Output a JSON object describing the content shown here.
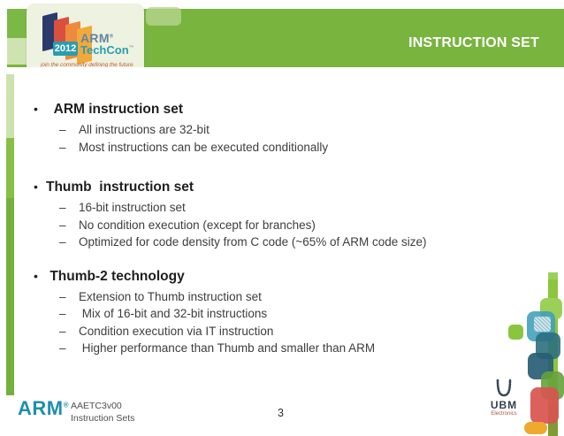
{
  "header": {
    "title": "INSTRUCTION SET",
    "logo": {
      "year": "2012",
      "brand": "ARM",
      "brand_reg": "®",
      "sub_brand": "TechCon",
      "sub_brand_tm": "™",
      "tagline": "join the community defining the future"
    }
  },
  "glyphs": {
    "bullet": "•",
    "dash": "–"
  },
  "content": {
    "bullets": [
      {
        "heading": "  ARM instruction set",
        "items": [
          "All instructions are 32-bit",
          "Most instructions can be executed conditionally"
        ]
      },
      {
        "heading": "Thumb  instruction set",
        "items": [
          "16-bit instruction set",
          "No condition execution (except for branches)",
          "Optimized for code density from C code (~65% of ARM code size)"
        ]
      },
      {
        "heading": " Thumb-2 technology",
        "items": [
          "Extension to Thumb instruction set",
          " Mix of 16-bit and 32-bit instructions",
          "Condition execution via IT instruction",
          " Higher performance than Thumb and smaller than ARM"
        ]
      }
    ]
  },
  "footer": {
    "arm_brand": "ARM",
    "arm_reg": "®",
    "doc_id": "AAETC3v00",
    "doc_title": "Instruction Sets",
    "page_number": "3",
    "ubm_name": "UBM",
    "ubm_division": "Electronics"
  },
  "colors": {
    "header_green": "#79b43f",
    "strip_pale_green": "#cde2ae",
    "strip_mid_green": "#87c043",
    "strip_deep_green": "#74b13c",
    "arm_blue": "#1e8fae",
    "techcon_teal": "#2a9db0",
    "logo_navy": "#2b3a6b",
    "logo_red": "#d9503f",
    "logo_orange": "#ee8a3d",
    "logo_amber": "#f2a93c",
    "ubm_navy": "#35404f",
    "ubm_red": "#b0533f",
    "accent_red_sq": "#d8544f",
    "accent_orange_sq": "#efa92f",
    "accent_teal_sq": "#3f9fba"
  }
}
